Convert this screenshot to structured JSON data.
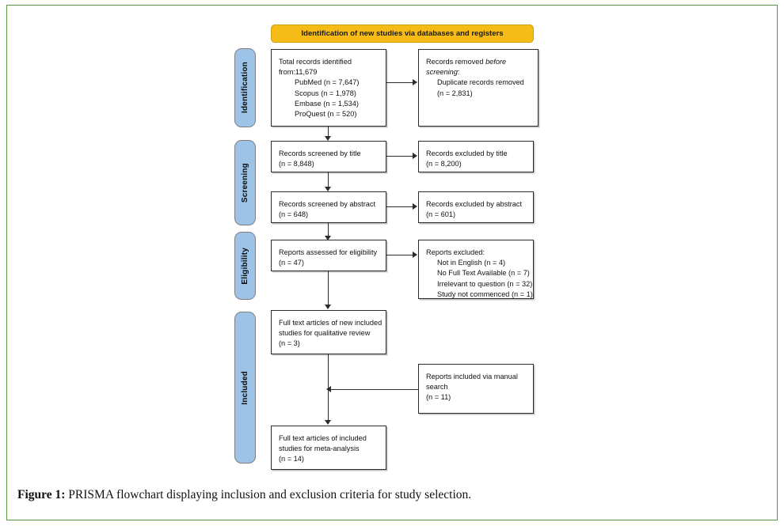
{
  "figure": {
    "caption_label": "Figure 1:",
    "caption_text": " PRISMA flowchart displaying inclusion and exclusion criteria for study selection.",
    "border_color": "#5a9c41"
  },
  "header": {
    "title": "Identification of new studies via databases and registers",
    "bg_color": "#f5bb17"
  },
  "phases": [
    {
      "label": "Identification"
    },
    {
      "label": "Screening"
    },
    {
      "label": "Eligibility"
    },
    {
      "label": "Included"
    }
  ],
  "phase_color": "#9dc3e6",
  "boxes": {
    "total_records": {
      "l1": "Total records identified",
      "l2": "from:11,679",
      "l3": "PubMed (n = 7,647)",
      "l4": "Scopus (n = 1,978)",
      "l5": "Embase (n = 1,534)",
      "l6": "ProQuest (n = 520)"
    },
    "records_removed": {
      "l1a": "Records removed ",
      "l1b": "before",
      "l2a": "screening",
      "l2b": ":",
      "l3": "Duplicate records removed",
      "l4": "(n = 2,831)"
    },
    "screened_title": {
      "l1": "Records screened by title",
      "l2": "(n = 8,848)"
    },
    "excluded_title": {
      "l1": "Records excluded by title",
      "l2": "(n = 8,200)"
    },
    "screened_abstract": {
      "l1": "Records screened by abstract",
      "l2": "(n = 648)"
    },
    "excluded_abstract": {
      "l1": "Records excluded by abstract",
      "l2": "(n = 601)"
    },
    "assessed_eligibility": {
      "l1": "Reports assessed for eligibility",
      "l2": "(n = 47)"
    },
    "reports_excluded": {
      "l1": "Reports excluded:",
      "l2": "Not in English (n = 4)",
      "l3": "No Full Text Available (n = 7)",
      "l4": "Irrelevant to question (n = 32)",
      "l5": "Study not commenced (n = 1)"
    },
    "qualitative": {
      "l1": "Full text articles of new included",
      "l2": "studies for qualitative review",
      "l3": "(n = 3)"
    },
    "manual_search": {
      "l1": "Reports included via manual",
      "l2": "search",
      "l3": "(n = 11)"
    },
    "meta_analysis": {
      "l1": "Full text articles of included",
      "l2": "studies for meta-analysis",
      "l3": "(n = 14)"
    }
  }
}
